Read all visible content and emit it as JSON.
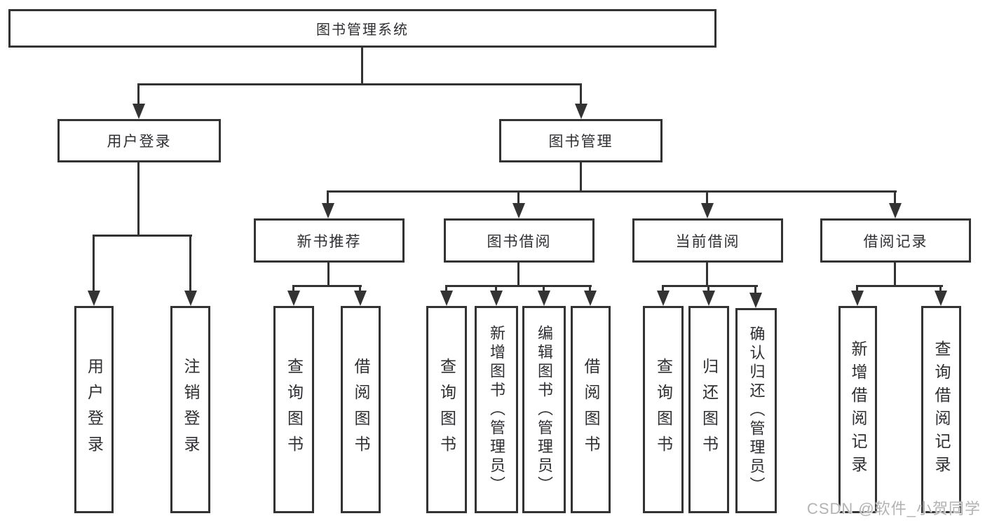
{
  "nodes": {
    "root": "图书管理系统",
    "user_login": "用户登录",
    "book_management": "图书管理",
    "new_book_recommendation": "新书推荐",
    "book_borrowing": "图书借阅",
    "current_borrowing": "当前借阅",
    "borrowing_records": "借阅记录",
    "login": "用户登录",
    "logout": "注销登录",
    "nb_query_books": "查询图书",
    "nb_borrow_books": "借阅图书",
    "bb_query_books": "查询图书",
    "bb_add_books": "新增图书（管理员）",
    "bb_edit_books": "编辑图书（管理员）",
    "bb_borrow_books": "借阅图书",
    "cb_query_books": "查询图书",
    "cb_return_books": "归还图书",
    "cb_confirm_return": "确认归还（管理员）",
    "br_add_record": "新增借阅记录",
    "br_query_record": "查询借阅记录"
  },
  "watermark": {
    "text": "CSDN @软件_小贺同学"
  },
  "colors": {
    "line": "#333333",
    "text": "#2f2f33",
    "watermark": "#b3b3b3",
    "background": "#ffffff"
  }
}
